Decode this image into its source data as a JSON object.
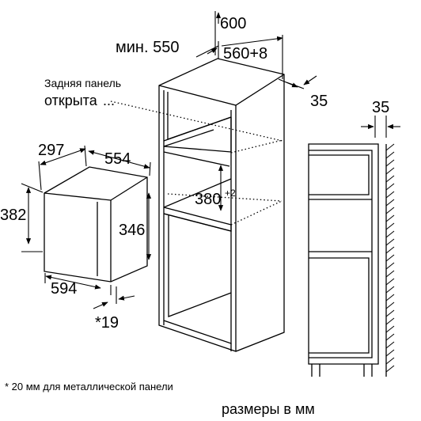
{
  "labels": {
    "d600": "600",
    "d550": "мин. 550",
    "d560": "560+8",
    "d35_top": "35",
    "rear_panel_line1": "Задняя панель",
    "rear_panel_line2": "открыта",
    "d297": "297",
    "d554": "554",
    "d382": "382",
    "d346": "346",
    "d594": "594",
    "d19": "*19",
    "d380": "380",
    "d380_tol": "+2",
    "d35_side": "35",
    "footnote": "* 20 мм для металлической панели",
    "units": "размеры в мм"
  }
}
